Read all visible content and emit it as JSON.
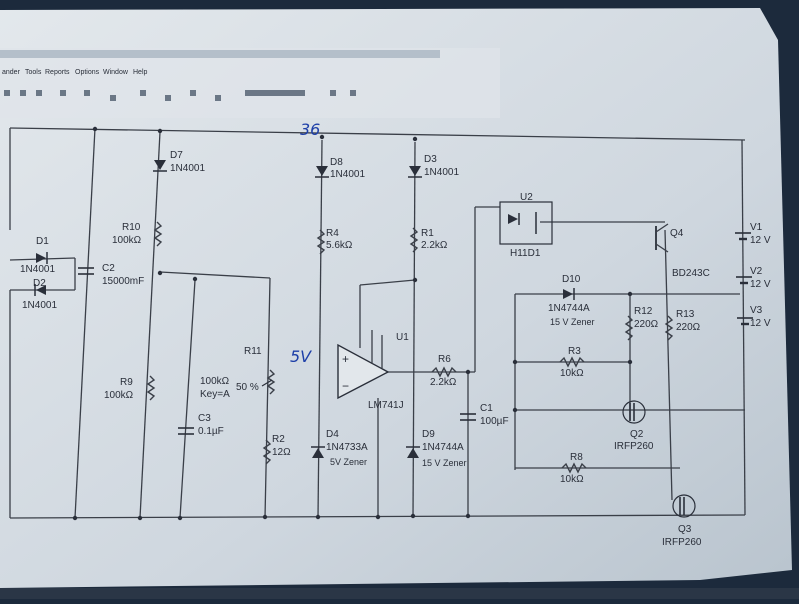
{
  "menu": {
    "items": [
      "ander",
      "Tools",
      "Reports",
      "Options",
      "Window",
      "Help"
    ]
  },
  "annotations": {
    "top_voltage": "36",
    "r11_voltage": "5V"
  },
  "components": [
    {
      "id": "d1",
      "ref": "D1",
      "value": "1N4001"
    },
    {
      "id": "d2",
      "ref": "D2",
      "value": "1N4001"
    },
    {
      "id": "c2",
      "ref": "C2",
      "value": "15000mF"
    },
    {
      "id": "d7",
      "ref": "D7",
      "value": "1N4001"
    },
    {
      "id": "r10",
      "ref": "R10",
      "value": "100kΩ"
    },
    {
      "id": "r9",
      "ref": "R9",
      "value": "100kΩ"
    },
    {
      "id": "r11",
      "ref": "R11",
      "value": "100kΩ",
      "extra": "Key=A",
      "setting": "50 %"
    },
    {
      "id": "c3",
      "ref": "C3",
      "value": "0.1µF"
    },
    {
      "id": "r2",
      "ref": "R2",
      "value": "12Ω"
    },
    {
      "id": "d8",
      "ref": "D8",
      "value": "1N4001"
    },
    {
      "id": "r4",
      "ref": "R4",
      "value": "5.6kΩ"
    },
    {
      "id": "d4",
      "ref": "D4",
      "value": "1N4733A",
      "extra": "5V Zener"
    },
    {
      "id": "u1",
      "ref": "U1",
      "value": "LM741J"
    },
    {
      "id": "d3",
      "ref": "D3",
      "value": "1N4001"
    },
    {
      "id": "r1",
      "ref": "R1",
      "value": "2.2kΩ"
    },
    {
      "id": "r6",
      "ref": "R6",
      "value": "2.2kΩ"
    },
    {
      "id": "d9",
      "ref": "D9",
      "value": "1N4744A",
      "extra": "15 V Zener"
    },
    {
      "id": "c1",
      "ref": "C1",
      "value": "100µF"
    },
    {
      "id": "u2",
      "ref": "U2",
      "value": "H11D1"
    },
    {
      "id": "q4",
      "ref": "Q4",
      "value": "BD243C"
    },
    {
      "id": "d10",
      "ref": "D10",
      "value": "1N4744A",
      "extra": "15 V Zener"
    },
    {
      "id": "r12",
      "ref": "R12",
      "value": "220Ω"
    },
    {
      "id": "r13",
      "ref": "R13",
      "value": "220Ω"
    },
    {
      "id": "r3",
      "ref": "R3",
      "value": "10kΩ"
    },
    {
      "id": "q2",
      "ref": "Q2",
      "value": "IRFP260"
    },
    {
      "id": "r8",
      "ref": "R8",
      "value": "10kΩ"
    },
    {
      "id": "q3",
      "ref": "Q3",
      "value": "IRFP260"
    },
    {
      "id": "v1",
      "ref": "V1",
      "value": "12 V"
    },
    {
      "id": "v2",
      "ref": "V2",
      "value": "12 V"
    },
    {
      "id": "v3",
      "ref": "V3",
      "value": "12 V"
    }
  ],
  "colors": {
    "paper": "#d6dde4",
    "ink": "#2a2f3a",
    "handwriting": "#1d3fa8",
    "background": "#1c2a3c"
  }
}
